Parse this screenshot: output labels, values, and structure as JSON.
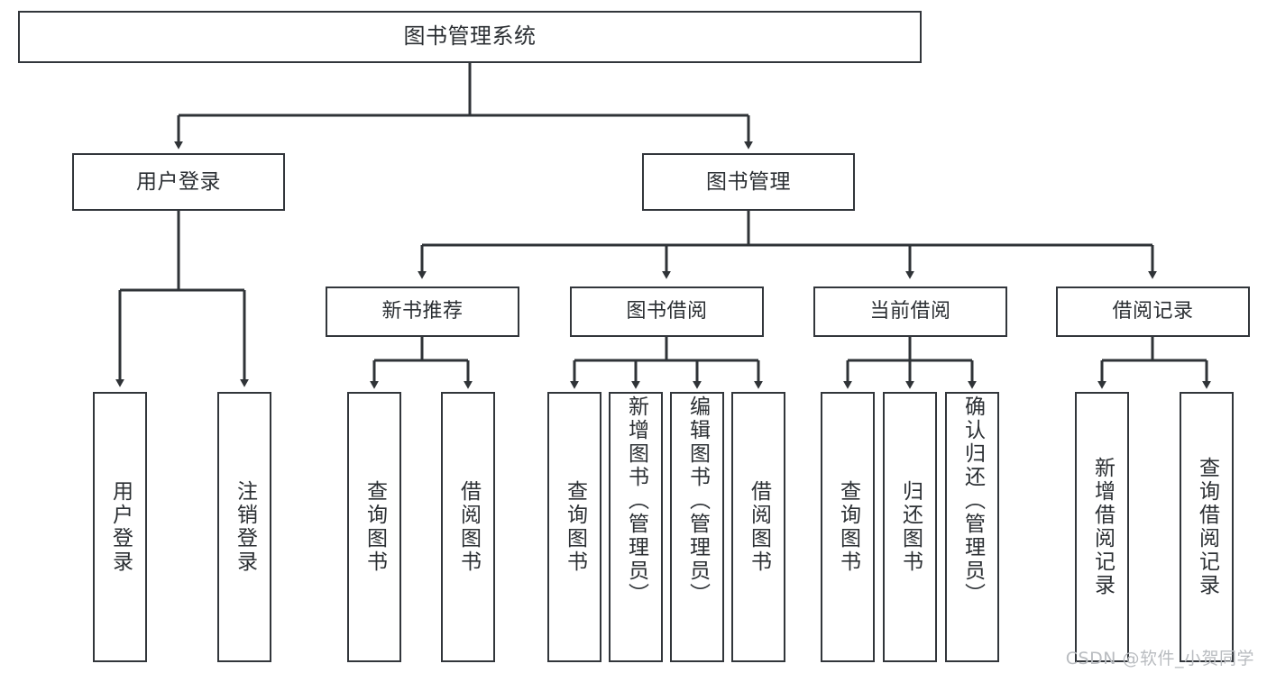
{
  "diagram": {
    "title": "图书管理系统",
    "type": "tree",
    "colors": {
      "box_border": "#32363b",
      "box_fill": "#ffffff",
      "text": "#2b2f33",
      "connector": "#2f3337",
      "watermark": "#b9bcc0",
      "background": "#ffffff"
    },
    "root": {
      "label": "图书管理系统"
    },
    "tier2": [
      {
        "label": "用户登录"
      },
      {
        "label": "图书管理"
      }
    ],
    "tier3": [
      {
        "label": "新书推荐"
      },
      {
        "label": "图书借阅"
      },
      {
        "label": "当前借阅"
      },
      {
        "label": "借阅记录"
      }
    ],
    "leaves": {
      "user_login": [
        {
          "label": "用户登录"
        },
        {
          "label": "注销登录"
        }
      ],
      "new_book": [
        {
          "label": "查询图书"
        },
        {
          "label": "借阅图书"
        }
      ],
      "book_borrow": [
        {
          "label": "查询图书"
        },
        {
          "label": "新增图书（管理员）"
        },
        {
          "label": "编辑图书（管理员）"
        },
        {
          "label": "借阅图书"
        }
      ],
      "current_borrow": [
        {
          "label": "查询图书"
        },
        {
          "label": "归还图书"
        },
        {
          "label": "确认归还（管理员）"
        }
      ],
      "borrow_record": [
        {
          "label": "新增借阅记录"
        },
        {
          "label": "查询借阅记录"
        }
      ]
    }
  },
  "watermark": {
    "text": "CSDN @软件_小贺同学"
  }
}
